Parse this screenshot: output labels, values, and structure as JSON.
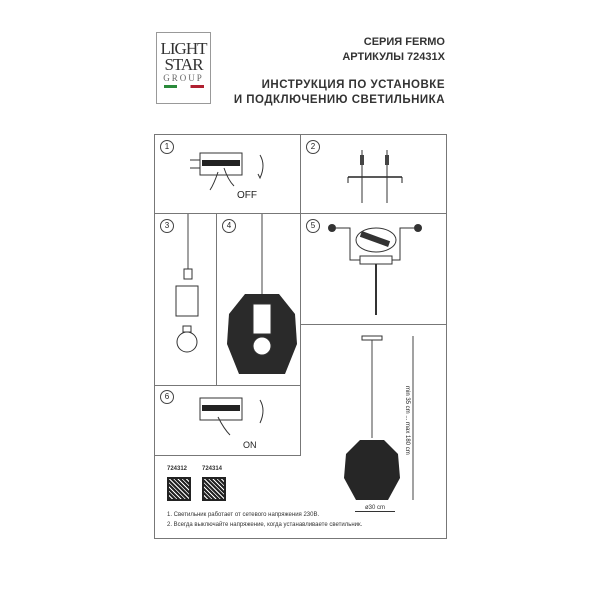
{
  "logo": {
    "line1": "LIGHT",
    "line2": "STAR",
    "line3": "GROUP"
  },
  "header": {
    "series": "СЕРИЯ FERMO",
    "articles": "АРТИКУЛЫ 72431X",
    "title_line1": "ИНСТРУКЦИЯ ПО УСТАНОВКЕ",
    "title_line2": "И ПОДКЛЮЧЕНИЮ СВЕТИЛЬНИКА"
  },
  "steps": [
    {
      "number": "1",
      "label": "OFF"
    },
    {
      "number": "2"
    },
    {
      "number": "3"
    },
    {
      "number": "4"
    },
    {
      "number": "5"
    },
    {
      "number": "6",
      "label": "ON"
    }
  ],
  "dimensions": {
    "height": "min 35 cm ... max 180 cm",
    "diameter": "ø30 cm"
  },
  "qr_codes": [
    {
      "label": "724312"
    },
    {
      "label": "724314"
    }
  ],
  "notes": [
    "1. Светильник работает от сетевого напряжения 230В.",
    "2. Всегда выключайте напряжение, когда устанавливаете светильник."
  ]
}
